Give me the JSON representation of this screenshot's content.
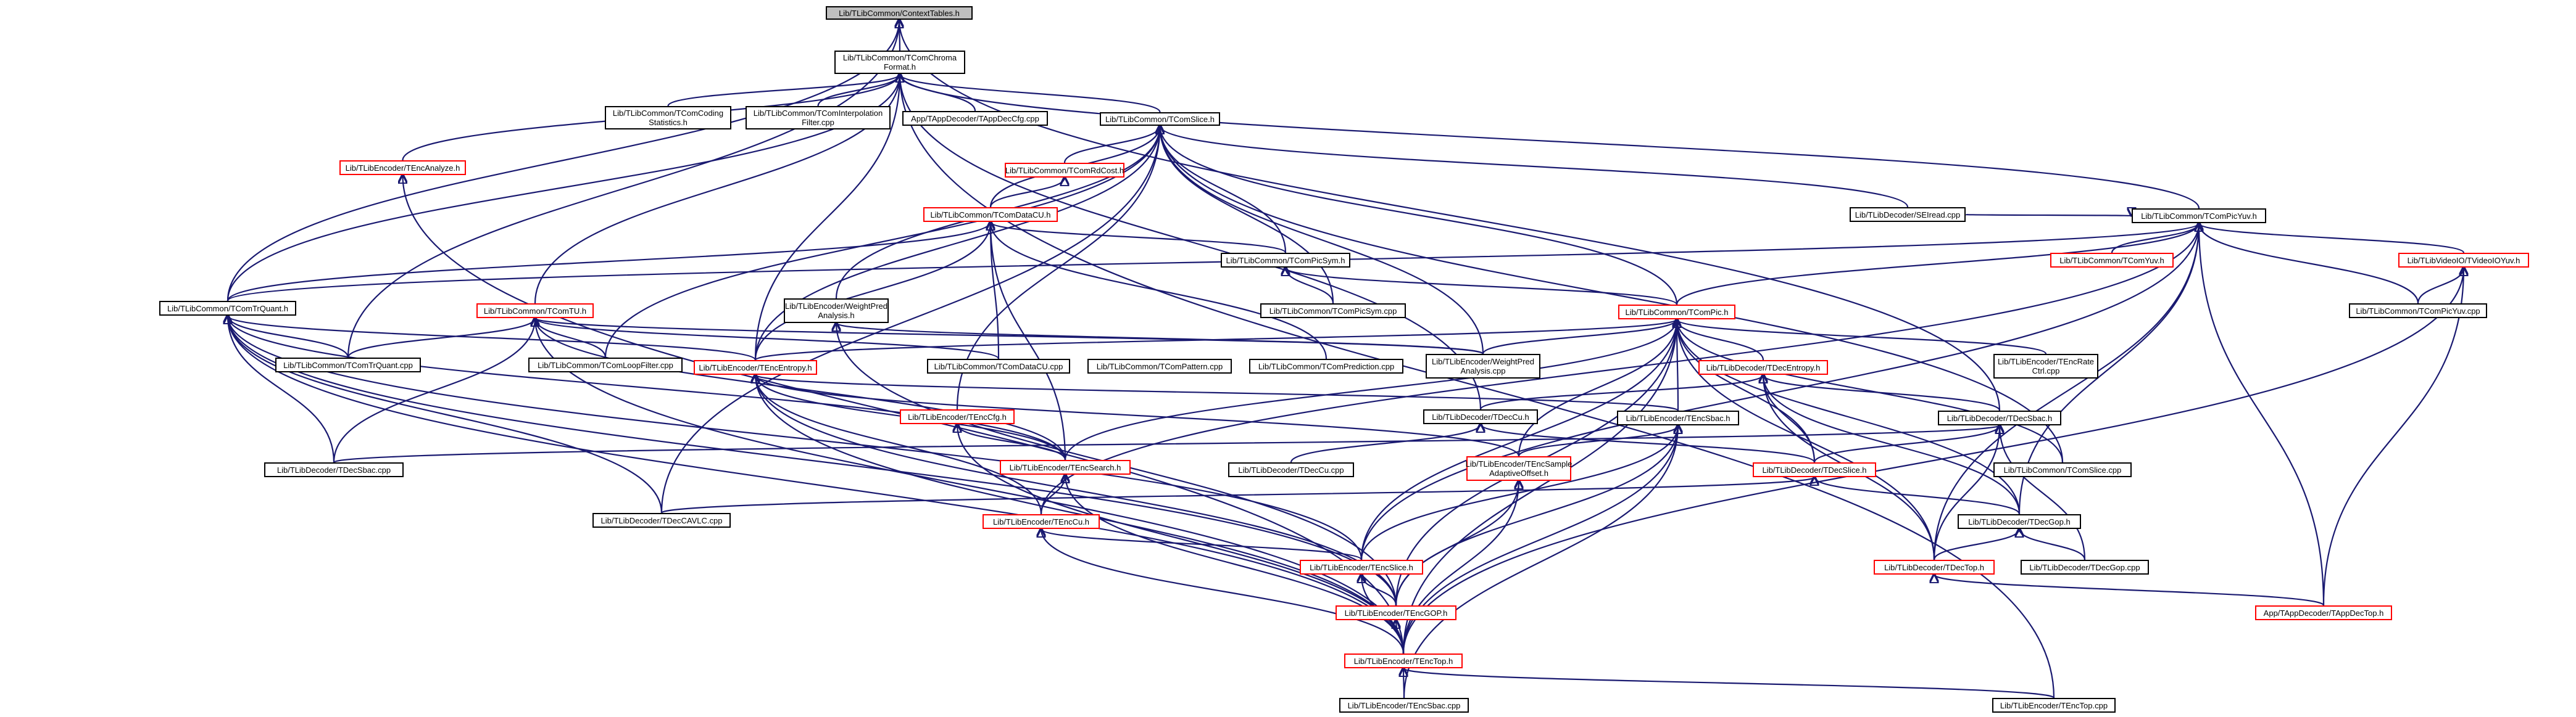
{
  "diagram": {
    "nodes": {
      "context_tables_h": "Lib/TLibCommon/ContextTables.h",
      "chroma_format_h": "Lib/TLibCommon/TComChroma\nFormat.h",
      "coding_statistics_h": "Lib/TLibCommon/TComCoding\nStatistics.h",
      "interpolation_filter_cpp": "Lib/TLibCommon/TComInterpolation\nFilter.cpp",
      "app_dec_cfg_cpp": "App/TAppDecoder/TAppDecCfg.cpp",
      "tcomslice_h": "Lib/TLibCommon/TComSlice.h",
      "enc_analyze_h": "Lib/TLibEncoder/TEncAnalyze.h",
      "rd_cost_h": "Lib/TLibCommon/TComRdCost.h",
      "data_cu_h": "Lib/TLibCommon/TComDataCU.h",
      "pic_yuv_h": "Lib/TLibCommon/TComPicYuv.h",
      "sei_read_cpp": "Lib/TLibDecoder/SEIread.cpp",
      "tcom_yuv_h": "Lib/TLibCommon/TComYuv.h",
      "video_io_yuv_h": "Lib/TLibVideoIO/TVideoIOYuv.h",
      "pic_sym_h": "Lib/TLibCommon/TComPicSym.h",
      "pic_sym_cpp": "Lib/TLibCommon/TComPicSym.cpp",
      "tr_quant_h": "Lib/TLibCommon/TComTrQuant.h",
      "tcom_tu_h": "Lib/TLibCommon/TComTU.h",
      "weight_pred_h": "Lib/TLibEncoder/WeightPred\nAnalysis.h",
      "tcompic_h": "Lib/TLibCommon/TComPic.h",
      "pic_yuv_cpp": "Lib/TLibCommon/TComPicYuv.cpp",
      "tr_quant_cpp": "Lib/TLibCommon/TComTrQuant.cpp",
      "loop_filter_cpp": "Lib/TLibCommon/TComLoopFilter.cpp",
      "enc_entropy_h": "Lib/TLibEncoder/TEncEntropy.h",
      "data_cu_cpp": "Lib/TLibCommon/TComDataCU.cpp",
      "pattern_cpp": "Lib/TLibCommon/TComPattern.cpp",
      "prediction_cpp": "Lib/TLibCommon/TComPrediction.cpp",
      "weight_pred_cpp": "Lib/TLibEncoder/WeightPred\nAnalysis.cpp",
      "dec_entropy_h": "Lib/TLibDecoder/TDecEntropy.h",
      "enc_rate_ctrl_cpp": "Lib/TLibEncoder/TEncRate\nCtrl.cpp",
      "enc_cfg_h": "Lib/TLibEncoder/TEncCfg.h",
      "dec_cu_h": "Lib/TLibDecoder/TDecCu.h",
      "enc_sbac_h": "Lib/TLibEncoder/TEncSbac.h",
      "dec_sbac_h": "Lib/TLibDecoder/TDecSbac.h",
      "dec_sbac_cpp": "Lib/TLibDecoder/TDecSbac.cpp",
      "enc_search_h": "Lib/TLibEncoder/TEncSearch.h",
      "dec_cu_cpp": "Lib/TLibDecoder/TDecCu.cpp",
      "enc_sao_h": "Lib/TLibEncoder/TEncSample\nAdaptiveOffset.h",
      "dec_slice_h": "Lib/TLibDecoder/TDecSlice.h",
      "tcomslice_cpp": "Lib/TLibCommon/TComSlice.cpp",
      "dec_cavlc_cpp": "Lib/TLibDecoder/TDecCAVLC.cpp",
      "enc_cu_h": "Lib/TLibEncoder/TEncCu.h",
      "dec_gop_h": "Lib/TLibDecoder/TDecGop.h",
      "enc_slice_h": "Lib/TLibEncoder/TEncSlice.h",
      "dec_top_h": "Lib/TLibDecoder/TDecTop.h",
      "dec_gop_cpp": "Lib/TLibDecoder/TDecGop.cpp",
      "enc_gop_h": "Lib/TLibEncoder/TEncGOP.h",
      "app_dec_top_h": "App/TAppDecoder/TAppDecTop.h",
      "enc_top_h": "Lib/TLibEncoder/TEncTop.h",
      "enc_sbac_cpp": "Lib/TLibEncoder/TEncSbac.cpp",
      "enc_top_cpp": "Lib/TLibEncoder/TEncTop.cpp"
    },
    "colors": {
      "edge": "#191970",
      "node_border": "#000000",
      "highlight_border": "#ff0000",
      "root_fill": "#bfbfbf",
      "node_fill": "#ffffff"
    }
  }
}
